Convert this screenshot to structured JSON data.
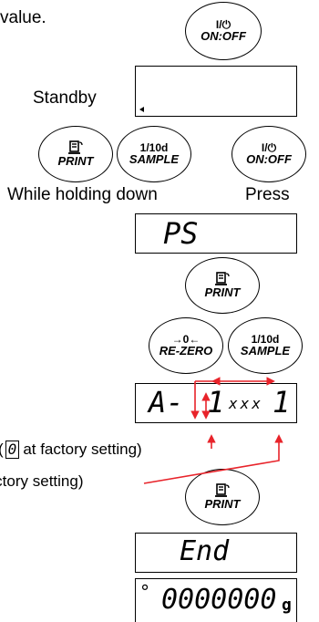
{
  "heading_fragment": "value.",
  "standby_label": "Standby",
  "while_holding_label": "While holding down",
  "press_label": "Press",
  "buttons": {
    "onoff_top": {
      "line1": "I/⏻",
      "line2": "ON:OFF"
    },
    "print_1": {
      "line2": "PRINT"
    },
    "sample_1": {
      "line1": "1/10d",
      "line2": "SAMPLE"
    },
    "onoff_2": {
      "line1": "I/⏻",
      "line2": "ON:OFF"
    },
    "print_2": {
      "line2": "PRINT"
    },
    "rezero": {
      "line1": "→0←",
      "line2": "RE-ZERO"
    },
    "sample_2": {
      "line1": "1/10d",
      "line2": "SAMPLE"
    },
    "print_3": {
      "line2": "PRINT"
    }
  },
  "displays": {
    "standby": "",
    "ps": "PS",
    "address_prefix": "A-",
    "address_digit": "1",
    "address_mid": "xxx",
    "address_last": "1",
    "end": "End",
    "zero": "0000000",
    "zero_unit": "g",
    "zero_stable": "°"
  },
  "annotations": {
    "factory_1_digit": "0",
    "factory_1_text": "at factory setting)",
    "factory_2_text": "factory setting)"
  },
  "colors": {
    "annotation": "#e8232a",
    "line": "#000000"
  }
}
